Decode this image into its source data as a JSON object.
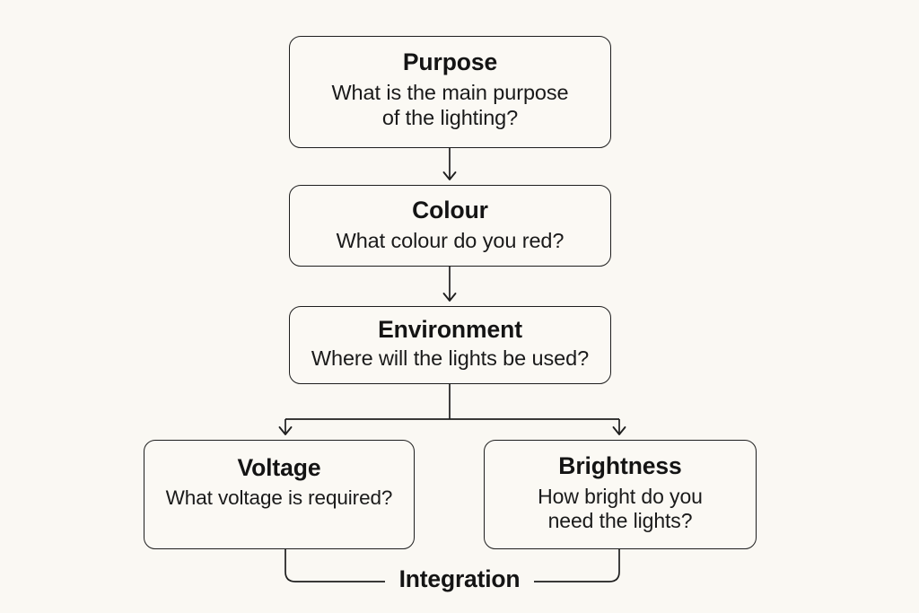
{
  "diagram": {
    "type": "flowchart",
    "background_color": "#FAF8F3",
    "stroke_color": "#1E1E1E",
    "text_color": "#141414",
    "nodes": [
      {
        "id": "purpose",
        "title": "Purpose",
        "description": "What is the main purpose of the lighting?"
      },
      {
        "id": "colour",
        "title": "Colour",
        "description": "What colour do you red?"
      },
      {
        "id": "environment",
        "title": "Environment",
        "description": "Where will the lights be used?"
      },
      {
        "id": "voltage",
        "title": "Voltage",
        "description": "What voltage is required?"
      },
      {
        "id": "brightness",
        "title": "Brightness",
        "description": "How bright do you need the lights?"
      }
    ],
    "merge_label": "Integration",
    "purpose_line1": "What is the main purpose",
    "purpose_line2": "of the lighting?",
    "brightness_line1": "How bright do you",
    "brightness_line2": "need the lights?"
  }
}
